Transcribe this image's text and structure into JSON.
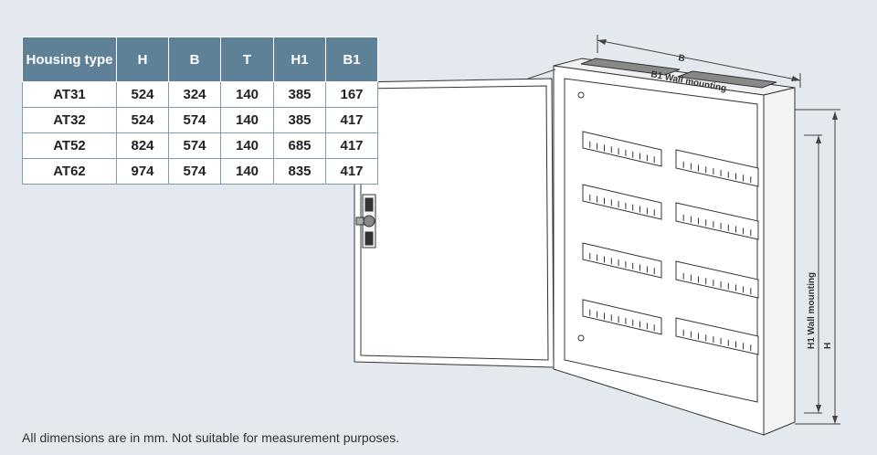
{
  "table": {
    "headers": [
      "Housing type",
      "H",
      "B",
      "T",
      "H1",
      "B1"
    ],
    "rows": [
      [
        "AT31",
        "524",
        "324",
        "140",
        "385",
        "167"
      ],
      [
        "AT32",
        "524",
        "574",
        "140",
        "385",
        "417"
      ],
      [
        "AT52",
        "824",
        "574",
        "140",
        "685",
        "417"
      ],
      [
        "AT62",
        "974",
        "574",
        "140",
        "835",
        "417"
      ]
    ]
  },
  "diagram": {
    "label_b": "B",
    "label_b1": "B1 Wall mounting",
    "label_h1": "H1 Wall mounting",
    "label_h": "H"
  },
  "footnote": "All dimensions are in mm. Not suitable for measurement purposes.",
  "colors": {
    "background": "#e4e8ef",
    "table_header": "#5f8197",
    "table_border": "#7f9db1",
    "line": "#333333"
  }
}
